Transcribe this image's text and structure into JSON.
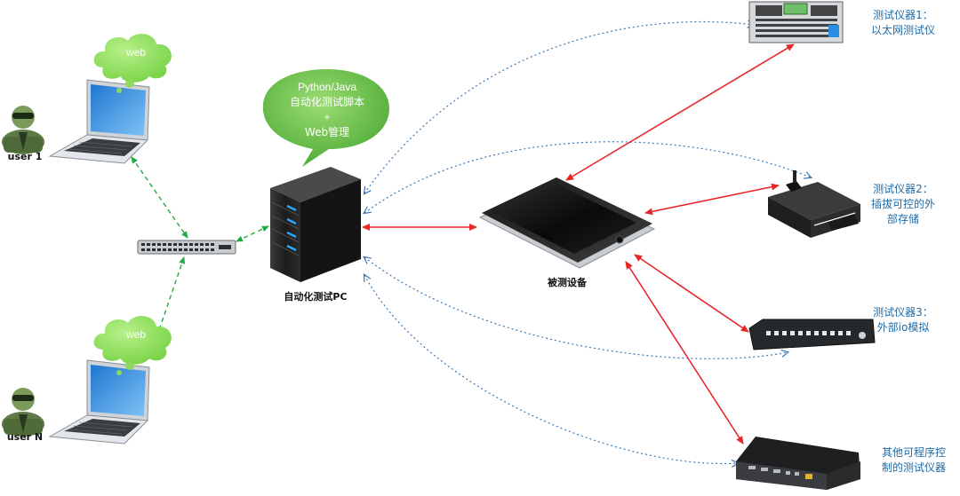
{
  "users": [
    {
      "label": "user 1",
      "cloud": "web"
    },
    {
      "label": "user N",
      "cloud": "web"
    }
  ],
  "pc": {
    "label": "自动化测试PC",
    "bubble": {
      "line1": "Python/Java",
      "line2": "自动化测试脚本",
      "line3": "+",
      "line4": "Web管理"
    }
  },
  "dut": {
    "label": "被测设备"
  },
  "instruments": [
    {
      "line1": "测试仪器1：",
      "line2": "以太网测试仪"
    },
    {
      "line1": "测试仪器2：",
      "line2": "插拔可控的外",
      "line3": "部存储"
    },
    {
      "line1": "测试仪器3：",
      "line2": "外部io模拟"
    },
    {
      "line1": "其他可程序控",
      "line2": "制的测试仪器"
    }
  ],
  "colors": {
    "control_link": "#e8262a",
    "lan_link": "#22aa44",
    "logic_link": "#3a78b8",
    "label_text": "#1f6aa5",
    "bubble_green": "#6cc24a"
  }
}
